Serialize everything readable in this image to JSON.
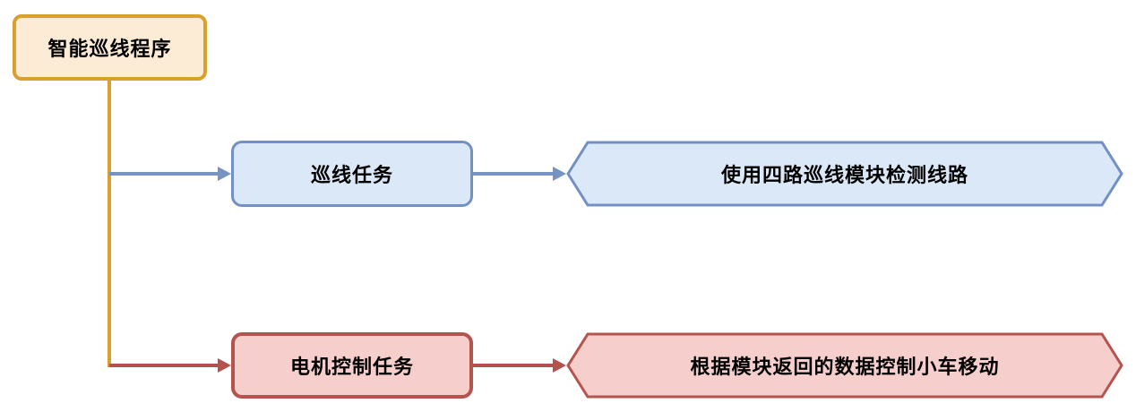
{
  "diagram": {
    "root": {
      "label": "智能巡线程序"
    },
    "branches": [
      {
        "id": "line-follow",
        "task": {
          "label": "巡线任务"
        },
        "action": {
          "label": "使用四路巡线模块检测线路"
        }
      },
      {
        "id": "motor-control",
        "task": {
          "label": "电机控制任务"
        },
        "action": {
          "label": "根据模块返回的数据控制小车移动"
        }
      }
    ]
  },
  "colors": {
    "background": "#FFFFFF",
    "text": "#000000",
    "root-border": "#D9A02B",
    "root-fill": "#FCEBD5",
    "blue-border": "#7290C4",
    "blue-fill": "#DBE8F8",
    "red-border": "#B5534E",
    "red-fill": "#F6CECC",
    "connector-orange": "#D9A02B",
    "connector-blue": "#7693C1",
    "connector-red": "#B4534E"
  }
}
